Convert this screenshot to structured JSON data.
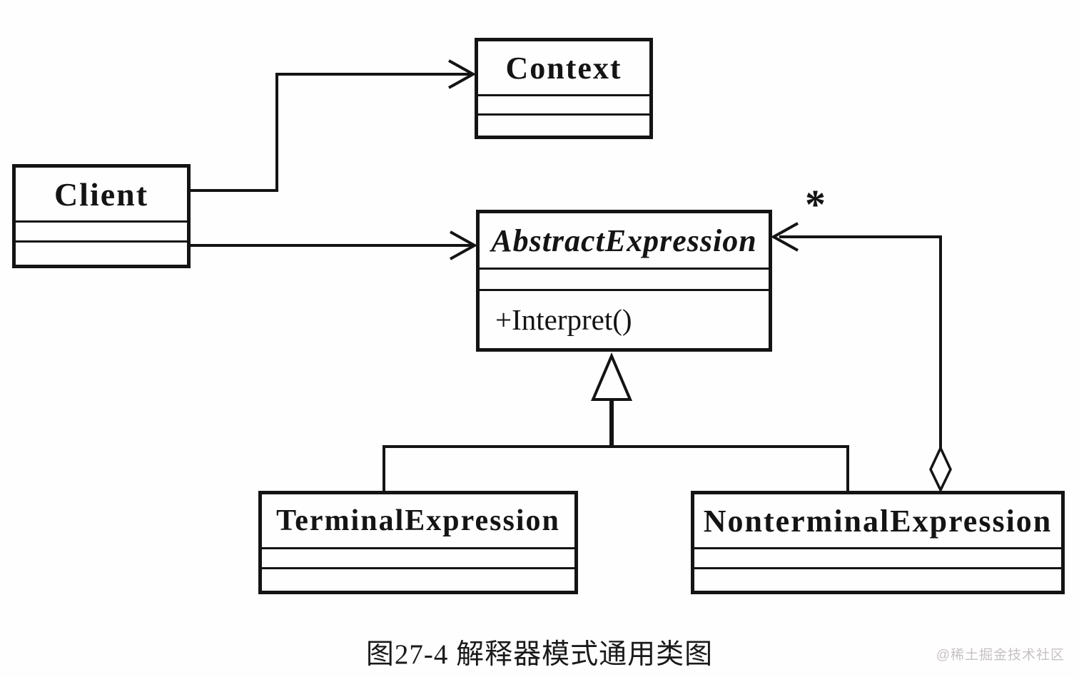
{
  "diagram": {
    "title_pattern": "Interpreter pattern UML class diagram",
    "client": {
      "name": "Client"
    },
    "context": {
      "name": "Context"
    },
    "abstract_expression": {
      "name": "AbstractExpression",
      "method": "+Interpret()"
    },
    "terminal_expression": {
      "name": "TerminalExpression"
    },
    "nonterminal_expression": {
      "name": "NonterminalExpression"
    },
    "aggregation_multiplicity": "*"
  },
  "caption": "图27-4 解释器模式通用类图",
  "watermark": "@稀土掘金技术社区",
  "colors": {
    "line": "#141414",
    "background": "#fefefe",
    "watermark": "#c7c1c5"
  }
}
